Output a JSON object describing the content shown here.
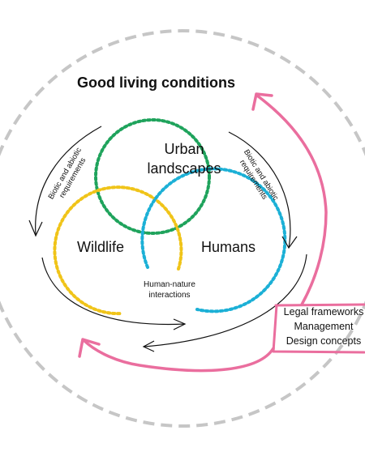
{
  "title": "Good living conditions",
  "circles": {
    "urban": "Urban landscapes",
    "wildlife": "Wildlife",
    "humans": "Humans"
  },
  "interactions_label": "Human-nature interactions",
  "requirements": {
    "left": "Biotic and abiotic requirements",
    "right": "Biotic and abiotic requirements"
  },
  "box": {
    "line1": "Legal frameworks",
    "line2": "Management",
    "line3": "Design concepts"
  },
  "colors": {
    "urban_green": "#1fa35c",
    "wildlife_yellow": "#f0c419",
    "humans_cyan": "#1cb0d6",
    "pink_arrow": "#ea6e9e",
    "outer_dashed_gray": "#c6c6c6"
  }
}
